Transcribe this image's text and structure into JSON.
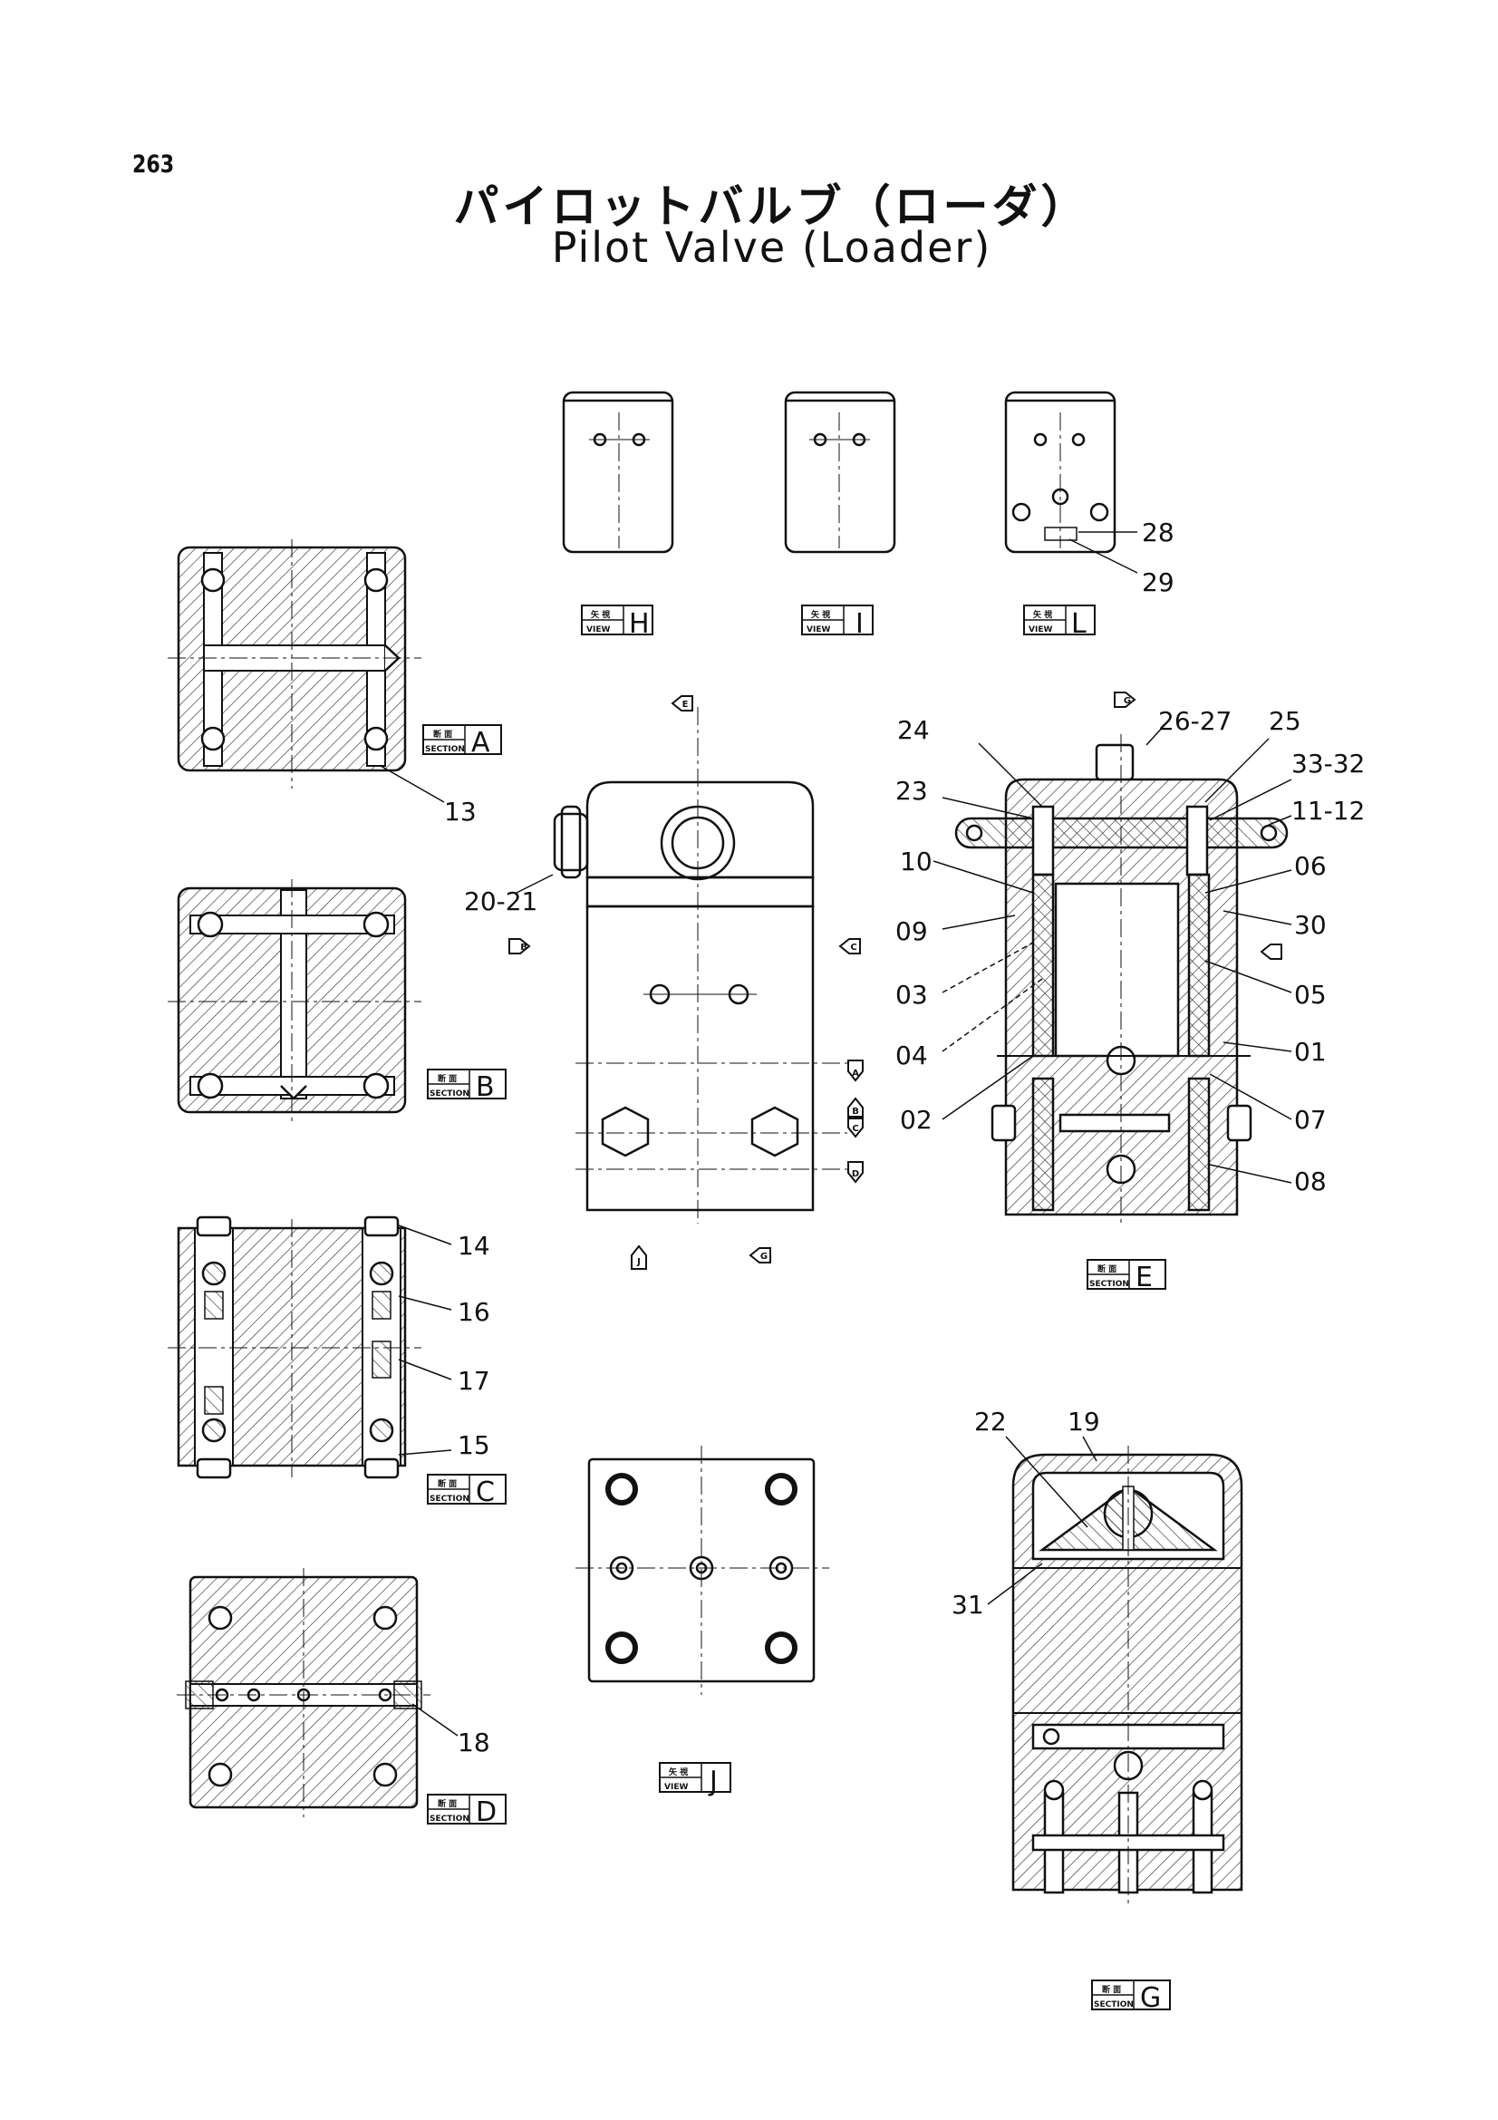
{
  "page_number": "263",
  "title_ja": "パイロットバルブ（ローダ）",
  "title_en": "Pilot Valve (Loader)",
  "view_tags": [
    {
      "top": "矢 視",
      "bottom": "VIEW",
      "letter": "H"
    },
    {
      "top": "矢 視",
      "bottom": "VIEW",
      "letter": "I"
    },
    {
      "top": "矢 視",
      "bottom": "VIEW",
      "letter": "L"
    },
    {
      "top": "矢 視",
      "bottom": "VIEW",
      "letter": "J"
    }
  ],
  "section_tags": [
    {
      "top": "断 面",
      "bottom": "SECTION",
      "letter": "A"
    },
    {
      "top": "断 面",
      "bottom": "SECTION",
      "letter": "B"
    },
    {
      "top": "断 面",
      "bottom": "SECTION",
      "letter": "C"
    },
    {
      "top": "断 面",
      "bottom": "SECTION",
      "letter": "D"
    },
    {
      "top": "断 面",
      "bottom": "SECTION",
      "letter": "E"
    },
    {
      "top": "断 面",
      "bottom": "SECTION",
      "letter": "G"
    }
  ],
  "callouts": [
    "28",
    "29",
    "13",
    "20-21",
    "24",
    "26-27",
    "25",
    "23",
    "33-32",
    "11-12",
    "10",
    "06",
    "09",
    "30",
    "03",
    "05",
    "04",
    "01",
    "02",
    "07",
    "08",
    "14",
    "16",
    "17",
    "15",
    "18",
    "22",
    "19",
    "31"
  ],
  "arrow_letters": [
    "E",
    "B",
    "C",
    "A",
    "B",
    "C",
    "D",
    "J",
    "G",
    "G"
  ]
}
